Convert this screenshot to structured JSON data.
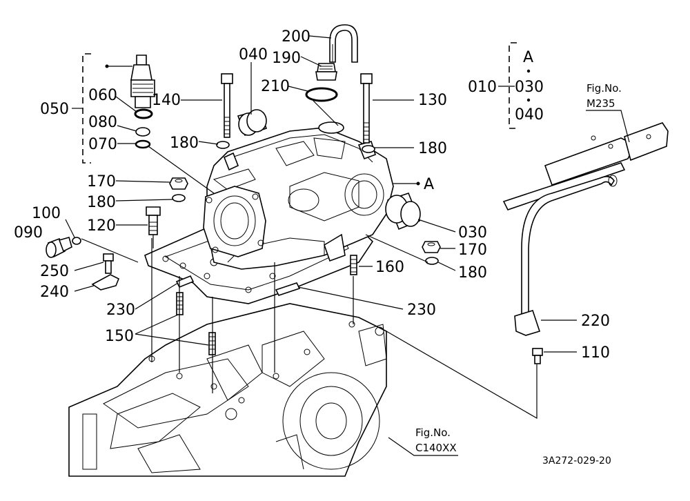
{
  "callouts": {
    "c010": "010",
    "c030_group": "030",
    "c040_group": "040",
    "cA_group": "A",
    "c040": "040",
    "c200": "200",
    "c190": "190",
    "c210": "210",
    "c050": "050",
    "c060": "060",
    "c080": "080",
    "c070": "070",
    "c140": "140",
    "c130": "130",
    "c180a": "180",
    "c180b": "180",
    "c170a": "170",
    "c180c": "180",
    "cA": "A",
    "c100": "100",
    "c120": "120",
    "c090": "090",
    "c030": "030",
    "c170b": "170",
    "c250": "250",
    "c180d": "180",
    "c160": "160",
    "c240": "240",
    "c230a": "230",
    "c230b": "230",
    "c220": "220",
    "c150": "150",
    "c110": "110"
  },
  "references": {
    "fig_label_1": "Fig.No.",
    "fig_no_1": "M235",
    "fig_label_2": "Fig.No.",
    "fig_no_2": "C140XX"
  },
  "drawing_code": "3A272-029-20"
}
